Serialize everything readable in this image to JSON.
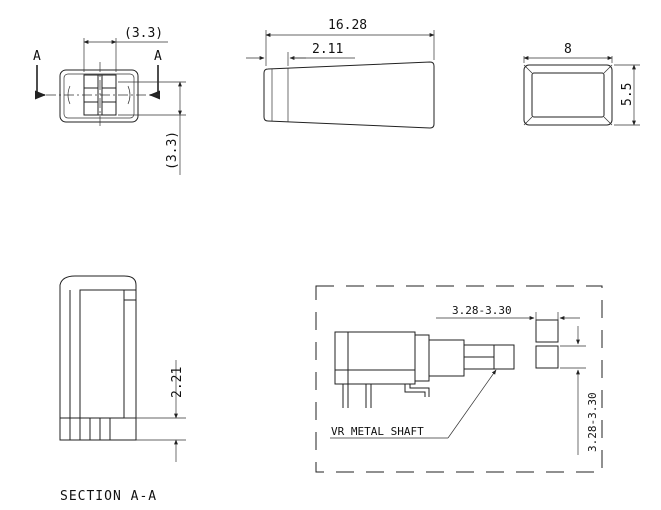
{
  "drawing": {
    "top_view": {
      "section_marker_left": "A",
      "section_marker_right": "A",
      "width_dim": "(3.3)",
      "height_dim": "(3.3)"
    },
    "side_view": {
      "length_dim": "16.28",
      "inset_dim": "2.11"
    },
    "end_view": {
      "width_dim": "8",
      "height_dim": "5.5"
    },
    "section_view": {
      "depth_dim": "2.21",
      "caption": "SECTION A-A"
    },
    "assembly_view": {
      "width_dim": "3.28-3.30",
      "height_dim": "3.28-3.30",
      "shaft_label": "VR METAL SHAFT"
    }
  }
}
